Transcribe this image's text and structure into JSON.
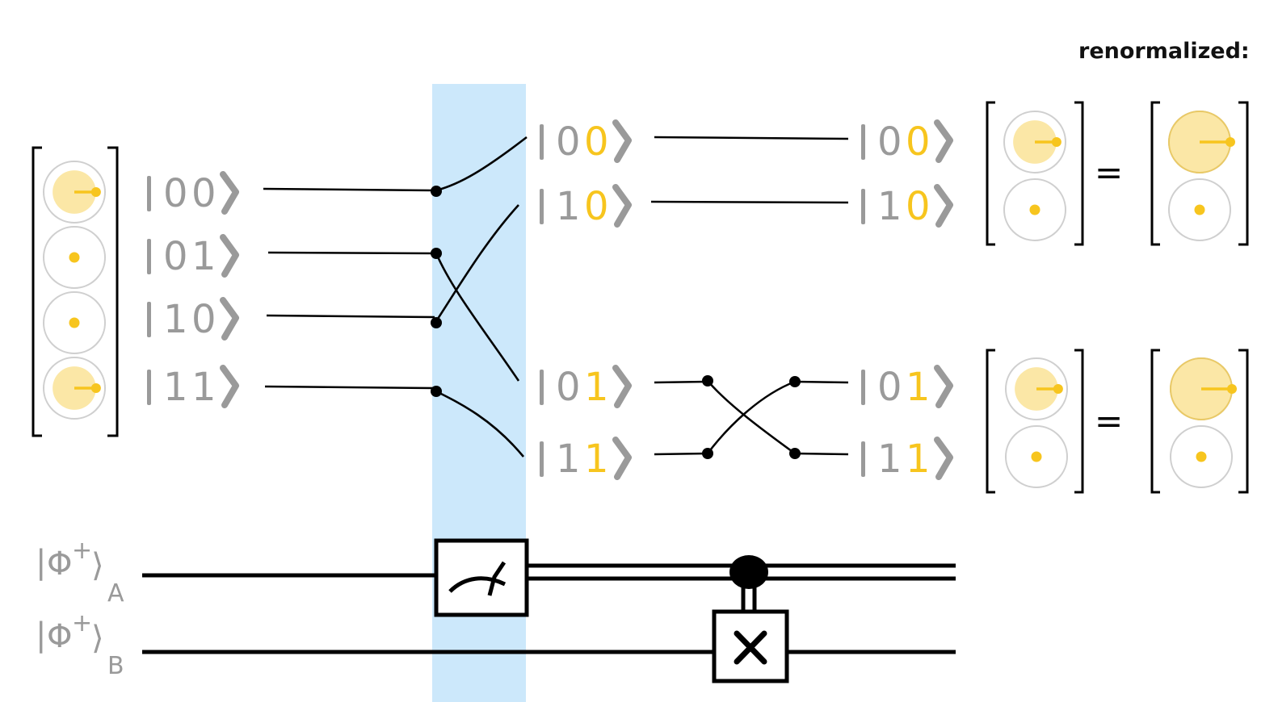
{
  "title": "renormalized:",
  "colors": {
    "highlight": "#cce8fb",
    "amplitude": "#f7c51e",
    "amplitude_fill": "#fbe7a6",
    "label_grey": "#9a9a9a",
    "wire": "#000000"
  },
  "input_state": {
    "kets": [
      {
        "bits": [
          "0",
          "0"
        ]
      },
      {
        "bits": [
          "0",
          "1"
        ]
      },
      {
        "bits": [
          "1",
          "0"
        ]
      },
      {
        "bits": [
          "1",
          "1"
        ]
      }
    ],
    "amplitudes": [
      {
        "magnitude": 0.7071,
        "phase_deg": 0
      },
      {
        "magnitude": 0,
        "phase_deg": 0
      },
      {
        "magnitude": 0,
        "phase_deg": 0
      },
      {
        "magnitude": 0.7071,
        "phase_deg": 0
      }
    ]
  },
  "after_measure": {
    "group_0": {
      "kets": [
        {
          "bits": [
            "0",
            "0"
          ]
        },
        {
          "bits": [
            "1",
            "0"
          ]
        }
      ]
    },
    "group_1": {
      "kets": [
        {
          "bits": [
            "0",
            "1"
          ]
        },
        {
          "bits": [
            "1",
            "1"
          ]
        }
      ]
    }
  },
  "outcome_0": {
    "kets": [
      {
        "bits": [
          "0",
          "0"
        ]
      },
      {
        "bits": [
          "1",
          "0"
        ]
      }
    ],
    "amplitudes": [
      {
        "magnitude": 0.7071,
        "phase_deg": 0
      },
      {
        "magnitude": 0,
        "phase_deg": 0
      }
    ],
    "equals": "=",
    "renormalized": [
      {
        "magnitude": 1,
        "phase_deg": 0
      },
      {
        "magnitude": 0,
        "phase_deg": 0
      }
    ]
  },
  "outcome_1": {
    "kets": [
      {
        "bits": [
          "0",
          "1"
        ]
      },
      {
        "bits": [
          "1",
          "1"
        ]
      }
    ],
    "amplitudes": [
      {
        "magnitude": 0.7071,
        "phase_deg": 0
      },
      {
        "magnitude": 0,
        "phase_deg": 0
      }
    ],
    "equals": "=",
    "renormalized": [
      {
        "magnitude": 1,
        "phase_deg": 0
      },
      {
        "magnitude": 0,
        "phase_deg": 0
      }
    ]
  },
  "circuit": {
    "wire_a": {
      "symbol": "Φ",
      "sup": "+",
      "sub": "A"
    },
    "wire_b": {
      "symbol": "Φ",
      "sup": "+",
      "sub": "B"
    },
    "gates": [
      {
        "name": "measure",
        "wire": "A"
      },
      {
        "name": "classically-controlled-X",
        "control": "A",
        "target": "B",
        "label": "X"
      }
    ]
  }
}
